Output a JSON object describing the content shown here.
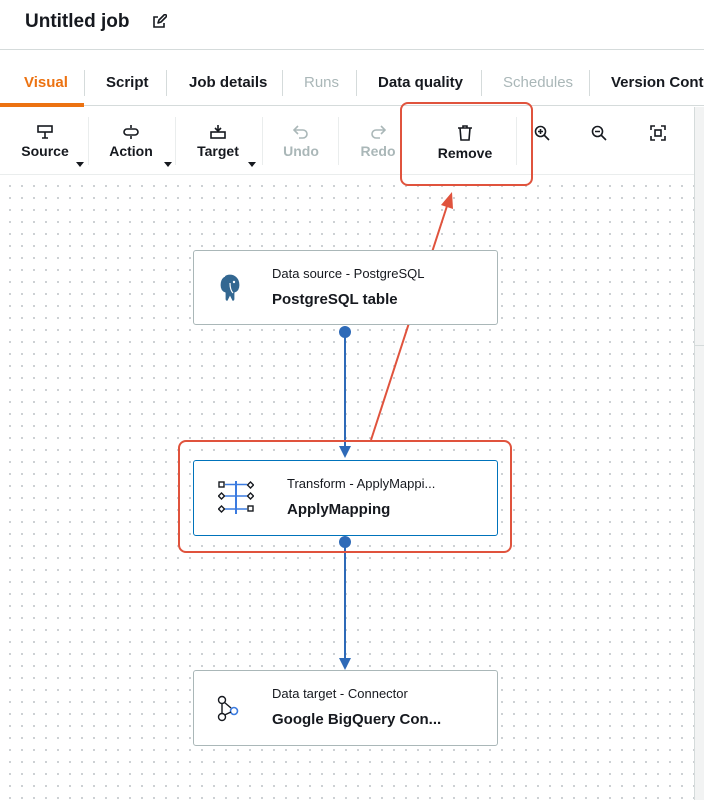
{
  "header": {
    "title": "Untitled job",
    "edit_icon": "pencil-square-icon"
  },
  "tabs": [
    {
      "label": "Visual",
      "state": "active"
    },
    {
      "label": "Script",
      "state": "enabled"
    },
    {
      "label": "Job details",
      "state": "enabled"
    },
    {
      "label": "Runs",
      "state": "disabled"
    },
    {
      "label": "Data quality",
      "state": "enabled"
    },
    {
      "label": "Schedules",
      "state": "disabled"
    },
    {
      "label": "Version Contro",
      "state": "enabled"
    }
  ],
  "toolbar": {
    "source": {
      "label": "Source",
      "icon": "source-node-icon"
    },
    "action": {
      "label": "Action",
      "icon": "action-node-icon"
    },
    "target": {
      "label": "Target",
      "icon": "target-node-icon"
    },
    "undo": {
      "label": "Undo",
      "icon": "undo-icon",
      "disabled": true
    },
    "redo": {
      "label": "Redo",
      "icon": "redo-icon",
      "disabled": true
    },
    "remove": {
      "label": "Remove",
      "icon": "trash-icon"
    },
    "zoom_in": {
      "icon": "zoom-in-icon"
    },
    "zoom_out": {
      "icon": "zoom-out-icon"
    },
    "fit": {
      "icon": "fit-to-screen-icon"
    }
  },
  "nodes": {
    "source": {
      "type": "Data source - PostgreSQL",
      "name": "PostgreSQL table",
      "icon": "postgresql-elephant-icon"
    },
    "transform": {
      "type": "Transform - ApplyMappi...",
      "name": "ApplyMapping",
      "icon": "apply-mapping-icon",
      "selected": true
    },
    "target": {
      "type": "Data target - Connector",
      "name": "Google BigQuery Con...",
      "icon": "connector-icon"
    }
  },
  "colors": {
    "accent": "#ec7211",
    "edge": "#2e6ab8",
    "highlight": "#e0533d",
    "selected": "#0073bb"
  }
}
